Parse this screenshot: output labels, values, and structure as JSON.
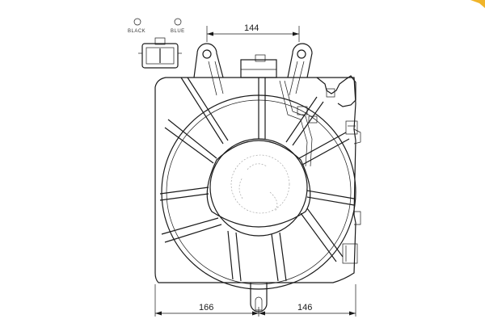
{
  "dimensions": {
    "top": "144",
    "bottom_left": "166",
    "bottom_right": "146"
  },
  "connector": {
    "wire_left": "BLACK",
    "wire_right": "BLUE"
  },
  "colors": {
    "line": "#1a1a1a",
    "accent_corner": "#f0b429"
  }
}
